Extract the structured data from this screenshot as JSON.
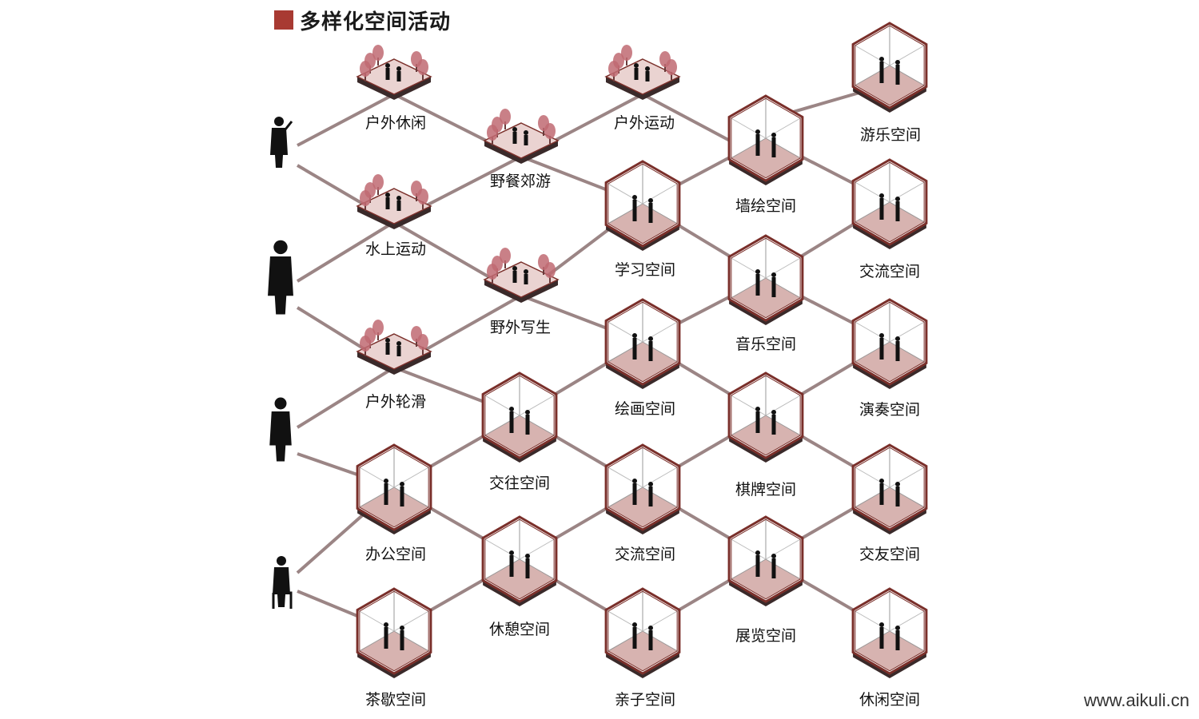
{
  "header": {
    "title": "多样化空间活动",
    "accent_color": "#a83a32"
  },
  "palette": {
    "connector": "#9b8585",
    "frame": "#7a2f2a",
    "floor": "#d7b3b0",
    "floor_dark": "#3a2a2a",
    "tree": "#c06a72",
    "silhouette": "#111111"
  },
  "people": [
    {
      "name": "elder-person-silhouette"
    },
    {
      "name": "adult-person-silhouette"
    },
    {
      "name": "youth-person-silhouette"
    },
    {
      "name": "seated-person-silhouette"
    }
  ],
  "nodes": [
    {
      "id": "hwxx",
      "label": "户外休闲",
      "kind": "outdoor"
    },
    {
      "id": "hwyd",
      "label": "户外运动",
      "kind": "outdoor"
    },
    {
      "id": "ylkj",
      "label": "游乐空间",
      "kind": "room"
    },
    {
      "id": "ycjy",
      "label": "野餐郊游",
      "kind": "outdoor"
    },
    {
      "id": "qhkj",
      "label": "墙绘空间",
      "kind": "room"
    },
    {
      "id": "sshd",
      "label": "水上运动",
      "kind": "outdoor"
    },
    {
      "id": "xxkj",
      "label": "学习空间",
      "kind": "room"
    },
    {
      "id": "jlkj1",
      "label": "交流空间",
      "kind": "room"
    },
    {
      "id": "ywxs",
      "label": "野外写生",
      "kind": "outdoor"
    },
    {
      "id": "yykj",
      "label": "音乐空间",
      "kind": "room"
    },
    {
      "id": "hwlh",
      "label": "户外轮滑",
      "kind": "outdoor"
    },
    {
      "id": "hhkj",
      "label": "绘画空间",
      "kind": "room"
    },
    {
      "id": "yzkj",
      "label": "演奏空间",
      "kind": "room"
    },
    {
      "id": "jwkj",
      "label": "交往空间",
      "kind": "room"
    },
    {
      "id": "qpkj",
      "label": "棋牌空间",
      "kind": "room"
    },
    {
      "id": "bgkj",
      "label": "办公空间",
      "kind": "room"
    },
    {
      "id": "jlkj2",
      "label": "交流空间",
      "kind": "room"
    },
    {
      "id": "jykj",
      "label": "交友空间",
      "kind": "room"
    },
    {
      "id": "xqkj",
      "label": "休憩空间",
      "kind": "room"
    },
    {
      "id": "zlkj",
      "label": "展览空间",
      "kind": "room"
    },
    {
      "id": "cxkj",
      "label": "茶歇空间",
      "kind": "room"
    },
    {
      "id": "qzkj",
      "label": "亲子空间",
      "kind": "room"
    },
    {
      "id": "xxkj2",
      "label": "休闲空间",
      "kind": "room"
    }
  ],
  "watermark": "www.aikuli.cn"
}
